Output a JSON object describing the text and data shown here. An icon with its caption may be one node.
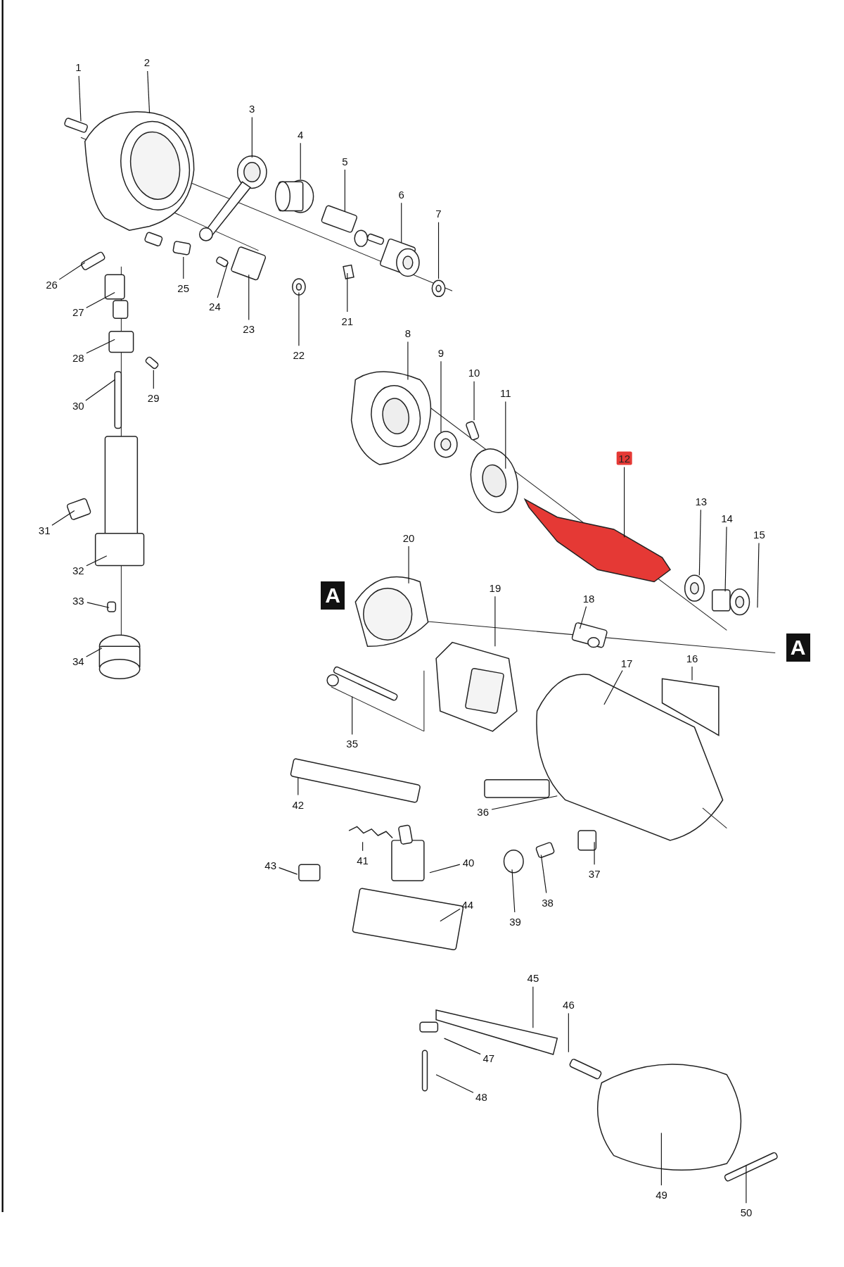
{
  "diagram": {
    "nodes": [
      {
        "text": [
          "1"
        ]
      },
      {
        "text": [
          "2"
        ]
      },
      {
        "text": [
          "3"
        ]
      },
      {
        "text": [
          "4"
        ]
      },
      {
        "text": [
          "5"
        ]
      },
      {
        "text": [
          "6"
        ]
      },
      {
        "text": [
          "7"
        ]
      },
      {
        "text": [
          "8"
        ]
      },
      {
        "text": [
          "9"
        ]
      },
      {
        "text": [
          "10"
        ]
      },
      {
        "text": [
          "11"
        ]
      },
      {
        "text": [
          "12"
        ]
      },
      {
        "text": [
          "13"
        ]
      },
      {
        "text": [
          "14"
        ]
      },
      {
        "text": [
          "15"
        ]
      },
      {
        "text": [
          "16"
        ]
      },
      {
        "text": [
          "17"
        ]
      },
      {
        "text": [
          "18"
        ]
      },
      {
        "text": [
          "19"
        ]
      },
      {
        "text": [
          "20"
        ]
      },
      {
        "text": [
          "21"
        ]
      },
      {
        "text": [
          "22"
        ]
      },
      {
        "text": [
          "23"
        ]
      },
      {
        "text": [
          "24"
        ]
      },
      {
        "text": [
          "25"
        ]
      },
      {
        "text": [
          "26"
        ]
      },
      {
        "text": [
          "27"
        ]
      },
      {
        "text": [
          "28"
        ]
      },
      {
        "text": [
          "29"
        ]
      },
      {
        "text": [
          "30"
        ]
      },
      {
        "text": [
          "31"
        ]
      },
      {
        "text": [
          "32"
        ]
      },
      {
        "text": [
          "33"
        ]
      },
      {
        "text": [
          "34"
        ]
      },
      {
        "text": [
          "35"
        ]
      },
      {
        "text": [
          "36"
        ]
      },
      {
        "text": [
          "37"
        ]
      },
      {
        "text": [
          "38"
        ]
      },
      {
        "text": [
          "39"
        ]
      },
      {
        "text": [
          "40"
        ]
      },
      {
        "text": [
          "41"
        ]
      },
      {
        "text": [
          "42"
        ]
      },
      {
        "text": [
          "43"
        ]
      },
      {
        "text": [
          "44"
        ]
      },
      {
        "text": [
          "45"
        ]
      },
      {
        "text": [
          "46"
        ]
      },
      {
        "text": [
          "47"
        ]
      },
      {
        "text": [
          "48"
        ]
      },
      {
        "text": [
          "49"
        ]
      },
      {
        "text": [
          "50"
        ]
      },
      {
        "text": [
          "A"
        ]
      },
      {
        "text": [
          "A"
        ]
      }
    ],
    "edges": [
      {
        "from": 0,
        "to": null,
        "arrow": "none"
      },
      {
        "from": 1,
        "to": null,
        "arrow": "none"
      },
      {
        "from": 2,
        "to": null,
        "arrow": "none"
      },
      {
        "from": 3,
        "to": null,
        "arrow": "none"
      },
      {
        "from": 4,
        "to": null,
        "arrow": "none"
      },
      {
        "from": 5,
        "to": null,
        "arrow": "none"
      },
      {
        "from": 6,
        "to": null,
        "arrow": "none"
      },
      {
        "from": 7,
        "to": null,
        "arrow": "none"
      },
      {
        "from": 8,
        "to": null,
        "arrow": "none"
      },
      {
        "from": 9,
        "to": null,
        "arrow": "none"
      },
      {
        "from": 10,
        "to": null,
        "arrow": "none"
      },
      {
        "from": 11,
        "to": null,
        "arrow": "none"
      },
      {
        "from": 12,
        "to": null,
        "arrow": "none"
      },
      {
        "from": 13,
        "to": null,
        "arrow": "none"
      },
      {
        "from": 14,
        "to": null,
        "arrow": "none"
      },
      {
        "from": 15,
        "to": null,
        "arrow": "none"
      },
      {
        "from": 16,
        "to": null,
        "arrow": "none"
      },
      {
        "from": 17,
        "to": null,
        "arrow": "none"
      },
      {
        "from": 18,
        "to": null,
        "arrow": "none"
      },
      {
        "from": 19,
        "to": null,
        "arrow": "none"
      },
      {
        "from": 20,
        "to": null,
        "arrow": "none"
      },
      {
        "from": 21,
        "to": null,
        "arrow": "none"
      },
      {
        "from": 22,
        "to": null,
        "arrow": "none"
      },
      {
        "from": 23,
        "to": null,
        "arrow": "none"
      },
      {
        "from": 24,
        "to": null,
        "arrow": "none"
      },
      {
        "from": 25,
        "to": null,
        "arrow": "none"
      },
      {
        "from": 26,
        "to": null,
        "arrow": "none"
      },
      {
        "from": 27,
        "to": null,
        "arrow": "none"
      },
      {
        "from": 28,
        "to": null,
        "arrow": "none"
      },
      {
        "from": 29,
        "to": null,
        "arrow": "none"
      },
      {
        "from": 30,
        "to": null,
        "arrow": "none"
      },
      {
        "from": 31,
        "to": null,
        "arrow": "none"
      },
      {
        "from": 32,
        "to": null,
        "arrow": "none"
      },
      {
        "from": 33,
        "to": null,
        "arrow": "none"
      },
      {
        "from": 34,
        "to": null,
        "arrow": "none"
      },
      {
        "from": 35,
        "to": null,
        "arrow": "none"
      },
      {
        "from": 36,
        "to": null,
        "arrow": "none"
      },
      {
        "from": 37,
        "to": null,
        "arrow": "none"
      },
      {
        "from": 38,
        "to": null,
        "arrow": "none"
      },
      {
        "from": 39,
        "to": null,
        "arrow": "none"
      },
      {
        "from": 40,
        "to": null,
        "arrow": "none"
      },
      {
        "from": 41,
        "to": null,
        "arrow": "none"
      },
      {
        "from": 42,
        "to": null,
        "arrow": "none"
      },
      {
        "from": 43,
        "to": null,
        "arrow": "none"
      },
      {
        "from": 44,
        "to": null,
        "arrow": "none"
      },
      {
        "from": 45,
        "to": null,
        "arrow": "none"
      },
      {
        "from": 46,
        "to": null,
        "arrow": "none"
      },
      {
        "from": 47,
        "to": null,
        "arrow": "none"
      },
      {
        "from": 48,
        "to": null,
        "arrow": "none"
      },
      {
        "from": 49,
        "to": null,
        "arrow": "none"
      }
    ]
  }
}
